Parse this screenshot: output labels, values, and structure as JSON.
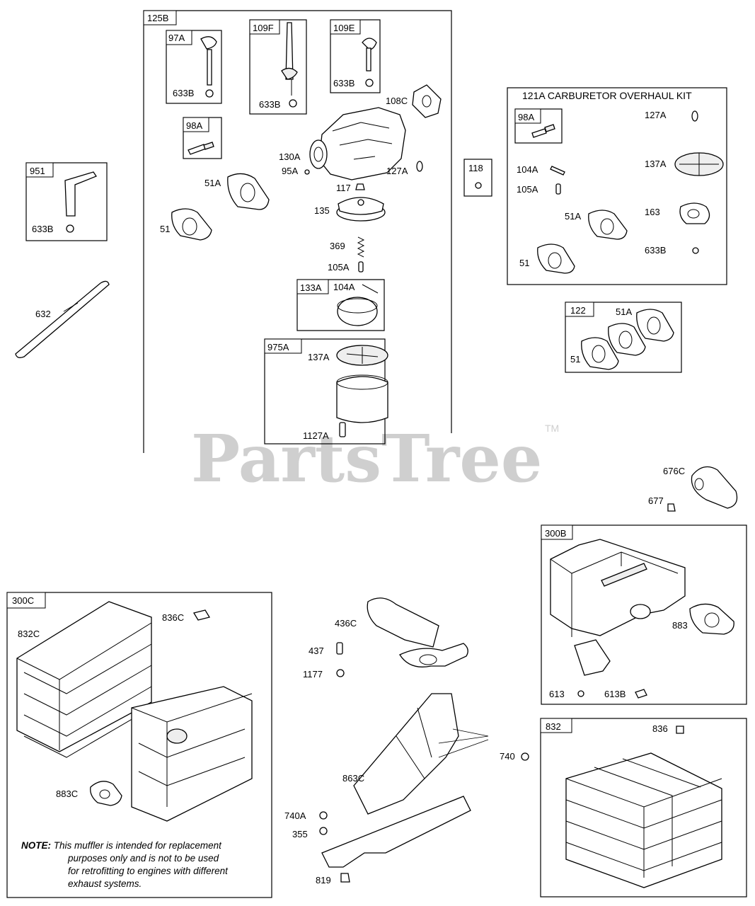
{
  "watermark": {
    "text": "PartsTree",
    "tm": "TM"
  },
  "boxes": {
    "b125B": "125B",
    "b97A": "97A",
    "b109F": "109F",
    "b109E": "109E",
    "b98A": "98A",
    "b951": "951",
    "b118": "118",
    "b133A": "133A",
    "b975A": "975A",
    "b122": "122",
    "b300B": "300B",
    "b300C": "300C",
    "b832": "832",
    "b121A": "121A CARBURETOR OVERHAUL KIT",
    "b98A_kit": "98A"
  },
  "labels": {
    "l633B_97A": "633B",
    "l633B_109F": "633B",
    "l633B_109E": "633B",
    "l633B_951": "633B",
    "l108C": "108C",
    "l130A": "130A",
    "l95A": "95A",
    "l127A": "127A",
    "l51A": "51A",
    "l51": "51",
    "l117": "117",
    "l135": "135",
    "l369": "369",
    "l105A": "105A",
    "l104A": "104A",
    "l137A": "137A",
    "l1127A": "1127A",
    "l632": "632",
    "k127A": "127A",
    "k104A": "104A",
    "k105A": "105A",
    "k137A": "137A",
    "k51A": "51A",
    "k163": "163",
    "k633B": "633B",
    "k51": "51",
    "r51A": "51A",
    "r51": "51",
    "l676C": "676C",
    "l677": "677",
    "l883": "883",
    "l613": "613",
    "l613B": "613B",
    "l836C": "836C",
    "l832C": "832C",
    "l883C": "883C",
    "l436C": "436C",
    "l437": "437",
    "l1177": "1177",
    "l740": "740",
    "l863C": "863C",
    "l740A": "740A",
    "l355": "355",
    "l819": "819",
    "l836": "836"
  },
  "note": {
    "label": "NOTE:",
    "line1": "This muffler is intended for replacement",
    "line2": "purposes only and is not to be used",
    "line3": "for retrofitting to engines with different",
    "line4": "exhaust systems."
  }
}
